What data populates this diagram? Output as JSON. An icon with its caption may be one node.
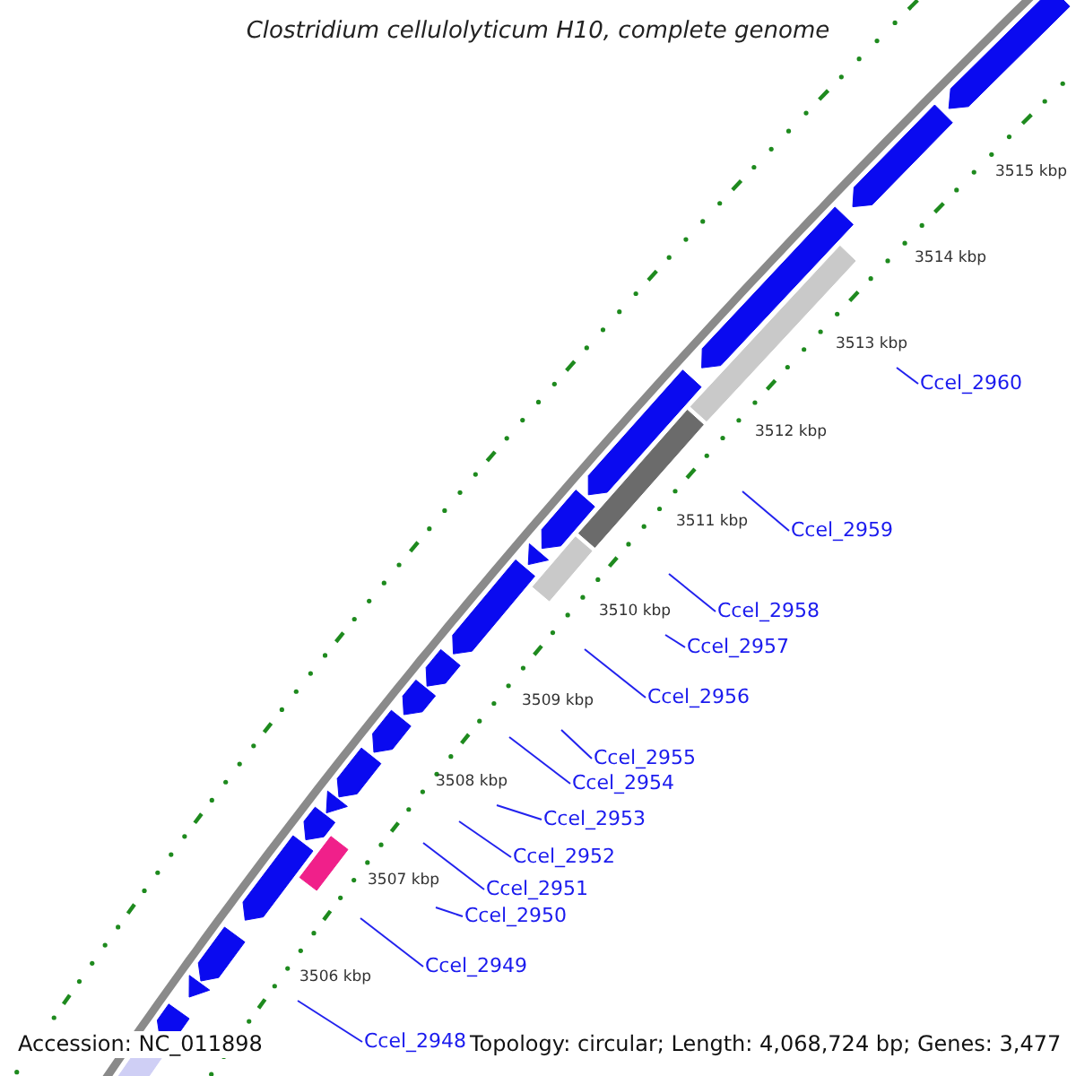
{
  "diagram": {
    "title": "Clostridium cellulolyticum H10, complete genome",
    "nodes": [
      {
        "text": [
          "Ccel_2960"
        ]
      },
      {
        "text": [
          "Ccel_2959"
        ]
      },
      {
        "text": [
          "Ccel_2958"
        ]
      },
      {
        "text": [
          "Ccel_2957"
        ]
      },
      {
        "text": [
          "Ccel_2956"
        ]
      },
      {
        "text": [
          "Ccel_2955"
        ]
      },
      {
        "text": [
          "Ccel_2954"
        ]
      },
      {
        "text": [
          "Ccel_2953"
        ]
      },
      {
        "text": [
          "Ccel_2952"
        ]
      },
      {
        "text": [
          "Ccel_2951"
        ]
      },
      {
        "text": [
          "Ccel_2950"
        ]
      },
      {
        "text": [
          "Ccel_2949"
        ]
      },
      {
        "text": [
          "Ccel_2948"
        ]
      }
    ],
    "edges": [
      {
        "from": 0,
        "to": null,
        "arrow": "none"
      },
      {
        "from": 1,
        "to": null,
        "arrow": "none"
      },
      {
        "from": 2,
        "to": null,
        "arrow": "none"
      },
      {
        "from": 3,
        "to": null,
        "arrow": "none"
      },
      {
        "from": 4,
        "to": null,
        "arrow": "none"
      },
      {
        "from": 5,
        "to": null,
        "arrow": "none"
      },
      {
        "from": 6,
        "to": null,
        "arrow": "none"
      },
      {
        "from": 7,
        "to": null,
        "arrow": "none"
      },
      {
        "from": 8,
        "to": null,
        "arrow": "none"
      },
      {
        "from": 9,
        "to": null,
        "arrow": "none"
      },
      {
        "from": 10,
        "to": null,
        "arrow": "none"
      },
      {
        "from": 11,
        "to": null,
        "arrow": "none"
      },
      {
        "from": 12,
        "to": null,
        "arrow": "none"
      }
    ],
    "labels": [
      "3515 kbp",
      "3514 kbp",
      "3513 kbp",
      "3512 kbp",
      "3511 kbp",
      "3510 kbp",
      "3509 kbp",
      "3508 kbp",
      "3507 kbp",
      "3506 kbp",
      "Accession: NC_011898",
      "Topology: circular; Length: 4,068,724 bp; Genes: 3,477"
    ]
  }
}
